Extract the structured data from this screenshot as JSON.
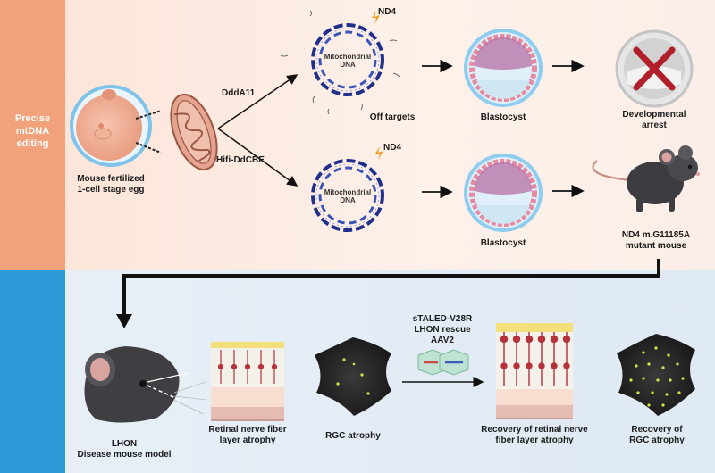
{
  "sidebar": {
    "top_lines": [
      "Precise",
      "mtDNA",
      "editing"
    ],
    "accent_top": "#f1a27b",
    "accent_bottom": "#2b9ad6"
  },
  "top_row": {
    "egg_label": [
      "Mouse fertilized",
      "1-cell stage egg"
    ],
    "editor_1": "DddA11",
    "editor_2": "Hifi-DdCBE",
    "nd4_1": "ND4",
    "nd4_2": "ND4",
    "mtdna_1": [
      "Mitochondrial",
      "DNA"
    ],
    "mtdna_2": [
      "Mitochondrial",
      "DNA"
    ],
    "off_targets": "Off targets",
    "blastocyst_1": "Blastocyst",
    "blastocyst_2": "Blastocyst",
    "arrest": [
      "Developmental",
      "arrest"
    ],
    "mutant": [
      "ND4 m.G11185A",
      "mutant mouse"
    ]
  },
  "bottom_row": {
    "lhon_model": [
      "LHON",
      "Disease mouse model"
    ],
    "retina_atrophy": [
      "Retinal nerve fiber",
      "layer atrophy"
    ],
    "rgc_atrophy": "RGC atrophy",
    "treatment": [
      "sTALED-V28R",
      "LHON rescue",
      "AAV2"
    ],
    "retina_recovery": [
      "Recovery of retinal nerve",
      "fiber layer atrophy"
    ],
    "rgc_recovery": [
      "Recovery of",
      "RGC atrophy"
    ]
  },
  "colors": {
    "dna": "#1f2f8a",
    "spark": "#f29a1b",
    "cross": "#b11f2a",
    "mouse": "#3d3c40",
    "retina_red": "#b5323a",
    "rgc_dot": "#d6e54a"
  }
}
